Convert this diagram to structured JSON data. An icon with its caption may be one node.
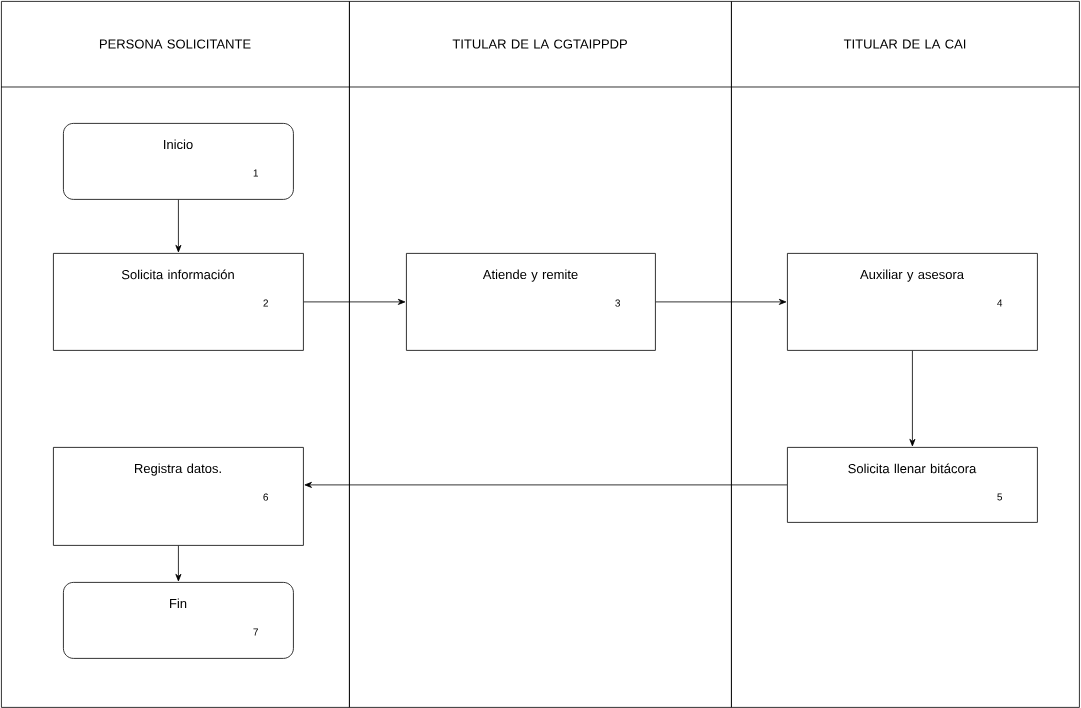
{
  "diagram": {
    "nodes": [
      {
        "text": [
          "PERSONA SOLICITANTE"
        ]
      },
      {
        "text": [
          "TITULAR DE LA CGTAIPPDP"
        ]
      },
      {
        "text": [
          "TITULAR DE LA CAI"
        ]
      },
      {
        "text": [
          "Inicio",
          "1"
        ],
        "in": 0
      },
      {
        "text": [
          "Solicita información",
          "2"
        ],
        "in": 0
      },
      {
        "text": [
          "Atiende y remite",
          "3"
        ],
        "in": 1
      },
      {
        "text": [
          "Auxiliar y asesora",
          "4"
        ],
        "in": 2
      },
      {
        "text": [
          "Solicita llenar bitácora",
          "5"
        ],
        "in": 2
      },
      {
        "text": [
          "Registra datos.",
          "6"
        ],
        "in": 0
      },
      {
        "text": [
          "Fin",
          "7"
        ],
        "in": 0
      }
    ],
    "edges": [
      {
        "from": 3,
        "to": 4,
        "arrow": "to"
      },
      {
        "from": 4,
        "to": 5,
        "arrow": "to"
      },
      {
        "from": 5,
        "to": 6,
        "arrow": "to"
      },
      {
        "from": 6,
        "to": 7,
        "arrow": "to"
      },
      {
        "from": 7,
        "to": 8,
        "arrow": "to"
      },
      {
        "from": 8,
        "to": 9,
        "arrow": "to"
      }
    ]
  }
}
